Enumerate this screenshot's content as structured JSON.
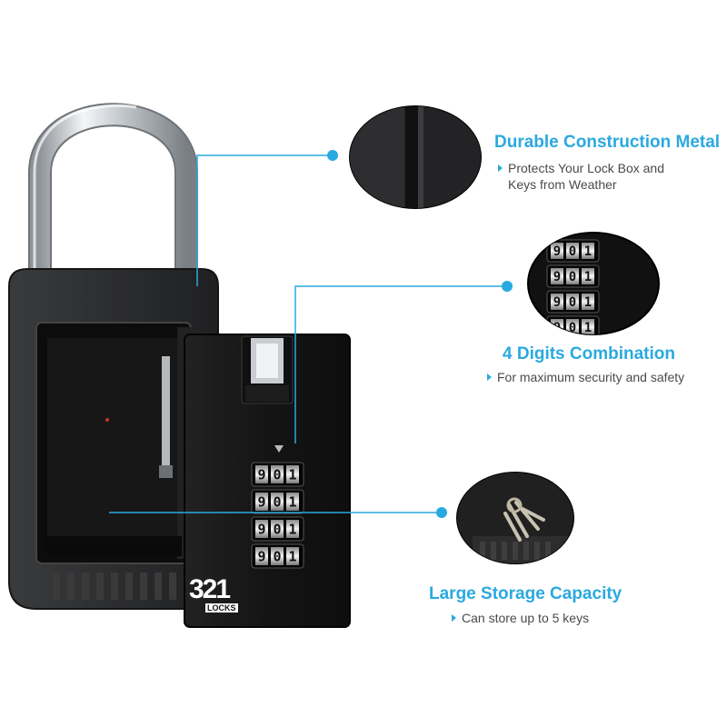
{
  "colors": {
    "accent": "#2aa9e0",
    "body": "#2b2b2b",
    "text": "#4a4a4a"
  },
  "brand": {
    "logo_number": "321",
    "logo_text": "LOCKS"
  },
  "dial": {
    "digits": [
      "9",
      "0",
      "1"
    ]
  },
  "features": [
    {
      "title": "Durable Construction Metal",
      "bullet_line1": "Protects Your Lock Box and",
      "bullet_line2": "Keys from Weather",
      "icon": "metal-closeup"
    },
    {
      "title": "4 Digits Combination",
      "bullet_line1": "For maximum security and safety",
      "icon": "dial-closeup"
    },
    {
      "title": "Large Storage Capacity",
      "bullet_line1": "Can store up to 5 keys",
      "icon": "keys-closeup"
    }
  ]
}
